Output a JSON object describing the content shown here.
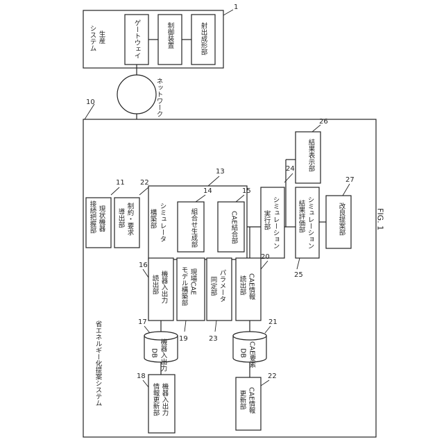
{
  "production_system": {
    "title_line1": "生産",
    "title_line2": "システム",
    "ref": "1",
    "blocks": {
      "gateway": "ゲートウェイ",
      "controller": "制御装置",
      "injection_molding": "射出成形部"
    }
  },
  "network": {
    "label": "ネットワーク",
    "ref": "10"
  },
  "main_system": {
    "title": "省エネルギー化提案システム"
  },
  "blocks": {
    "b11": {
      "line1": "現状機器",
      "line2": "接続把握部",
      "ref": "11"
    },
    "b22a": {
      "line1": "制約・要求",
      "line2": "導出部",
      "ref": "22"
    },
    "b13": {
      "line1": "シミュレータ",
      "line2": "構築部",
      "ref": "13"
    },
    "b14": {
      "line1": "組合せ生成部",
      "ref": "14"
    },
    "b15": {
      "line1": "CAE結合部",
      "ref": "15"
    },
    "b24": {
      "line1": "シミュレーション",
      "line2": "実行部",
      "ref": "24"
    },
    "b26": {
      "line1": "結果表示部",
      "ref": "26"
    },
    "b25": {
      "line1": "シミュレーション",
      "line2": "結果評価部",
      "ref": "25"
    },
    "b27": {
      "line1": "改良提案部",
      "ref": "27"
    },
    "b16": {
      "line1": "機器入出力",
      "line2": "読出部",
      "ref": "16"
    },
    "b19": {
      "line1": "現場CAE",
      "line2": "モデル構築部",
      "ref": "19"
    },
    "b23": {
      "line1": "パラメータ",
      "line2": "同定部",
      "ref": "23"
    },
    "b20": {
      "line1": "CAE情報",
      "line2": "読出部",
      "ref": "20"
    },
    "db17": {
      "line1": "機器入出力",
      "line2": "DB",
      "ref": "17"
    },
    "db21": {
      "line1": "CAE要素",
      "line2": "DB",
      "ref": "21"
    },
    "b18": {
      "line1": "機器入出力",
      "line2": "情報更新部",
      "ref": "18"
    },
    "b22b": {
      "line1": "CAE情報",
      "line2": "更新部",
      "ref": "22"
    }
  },
  "figure_label": "FIG. 1"
}
